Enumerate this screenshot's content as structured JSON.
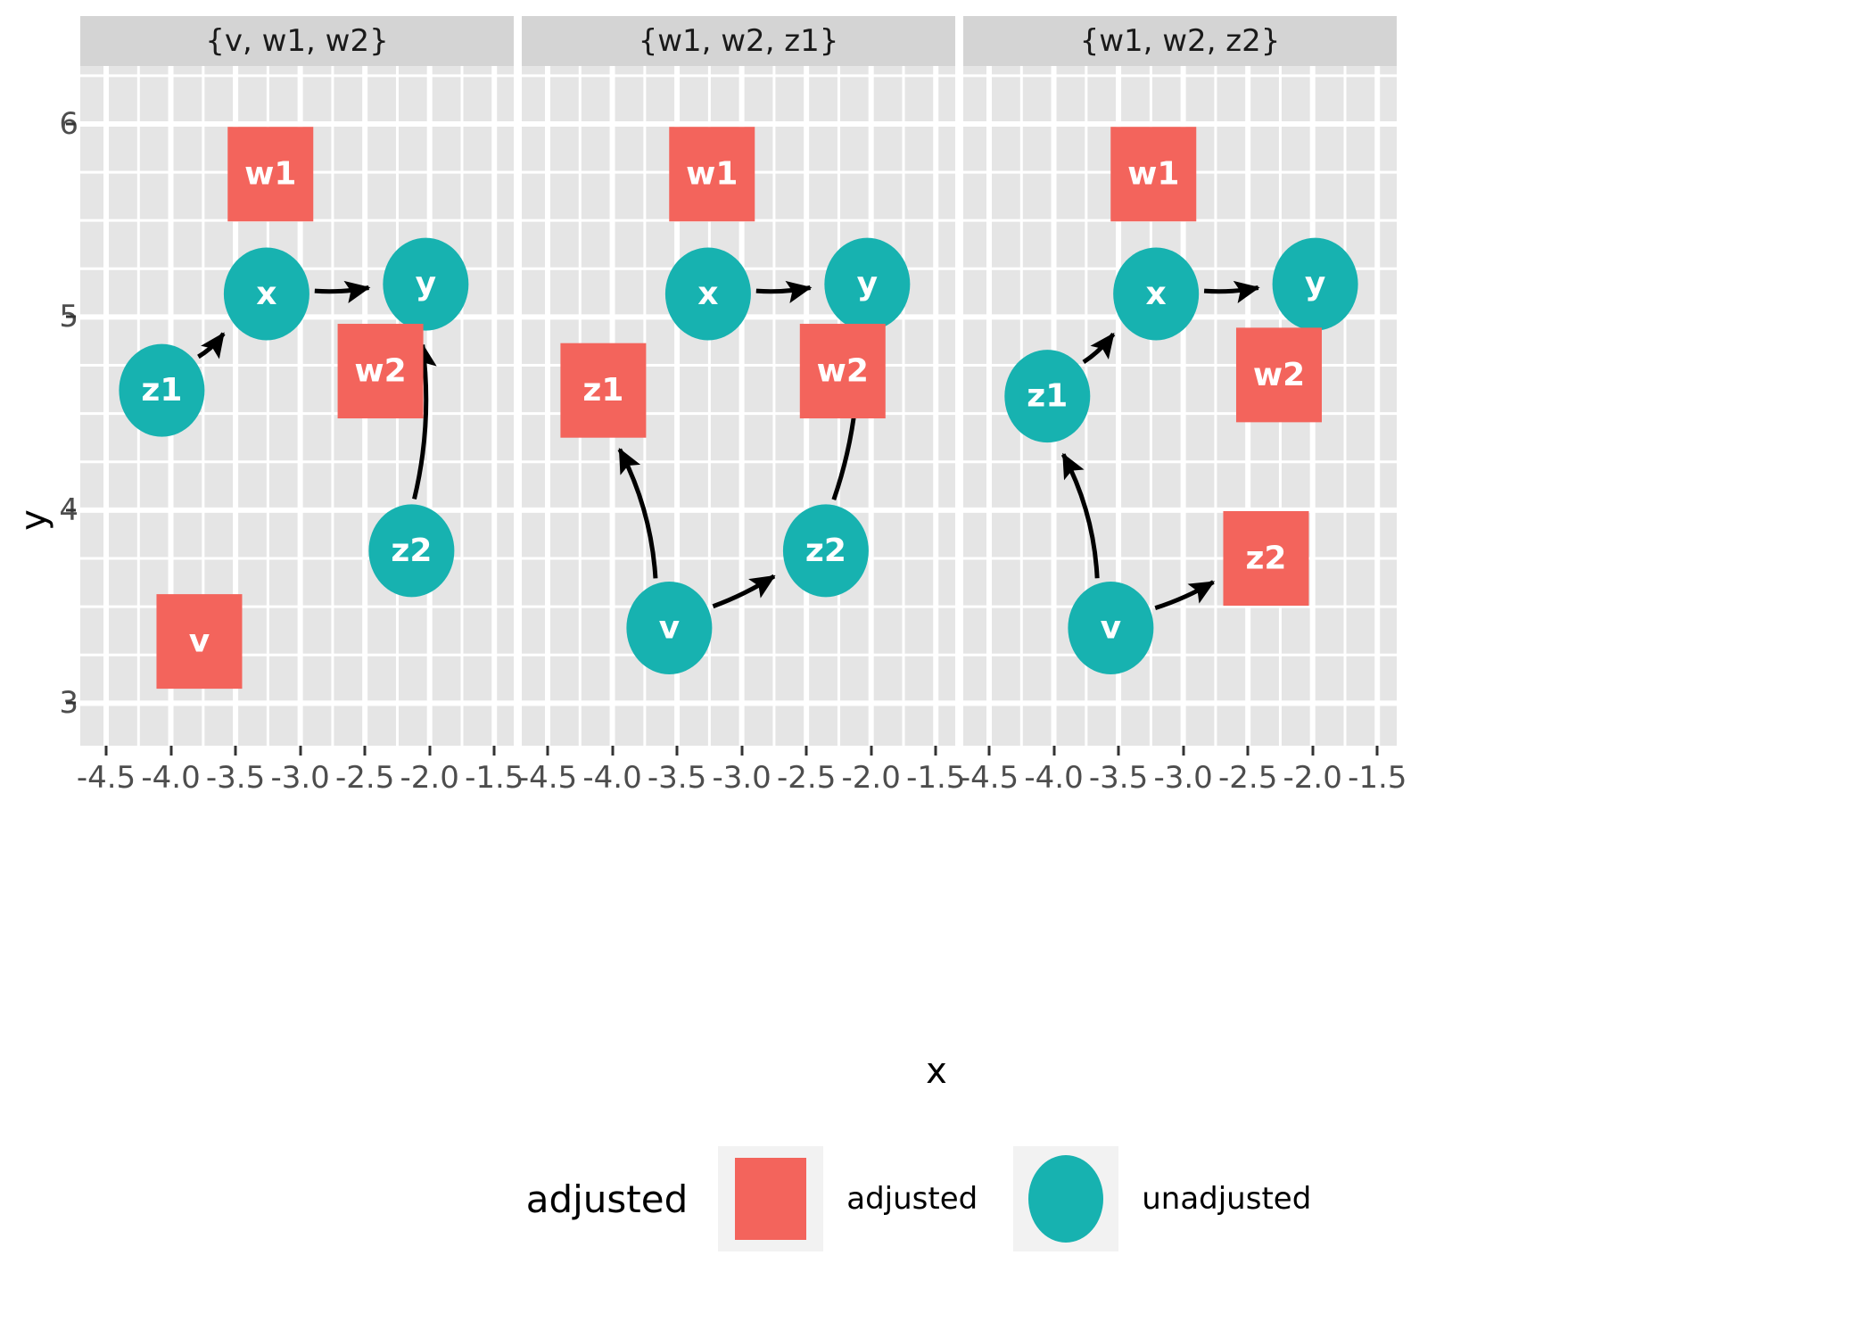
{
  "chart_data": {
    "type": "scatter",
    "title": "",
    "xlabel": "x",
    "ylabel": "y",
    "xlim": [
      -4.7,
      -1.35
    ],
    "ylim": [
      2.78,
      6.3
    ],
    "x_ticks": [
      "-4.5",
      "-4.0",
      "-3.5",
      "-3.0",
      "-2.5",
      "-2.0",
      "-1.5"
    ],
    "x_tick_values": [
      -4.5,
      -4.0,
      -3.5,
      -3.0,
      -2.5,
      -2.0,
      -1.5
    ],
    "y_ticks": [
      "6",
      "5",
      "4",
      "3"
    ],
    "y_tick_values": [
      6,
      5,
      4,
      3
    ],
    "grid": true,
    "minor_grid": true,
    "legend_position": "bottom",
    "facets": [
      {
        "label": "{v, w1, w2}",
        "nodes": [
          {
            "name": "w1",
            "x": -3.23,
            "y": 5.74,
            "shape": "square",
            "status": "adjusted"
          },
          {
            "name": "x",
            "x": -3.26,
            "y": 5.12,
            "shape": "circle",
            "status": "unadjusted"
          },
          {
            "name": "y",
            "x": -2.03,
            "y": 5.17,
            "shape": "circle",
            "status": "unadjusted"
          },
          {
            "name": "z1",
            "x": -4.07,
            "y": 4.62,
            "shape": "circle",
            "status": "unadjusted"
          },
          {
            "name": "w2",
            "x": -2.38,
            "y": 4.72,
            "shape": "square",
            "status": "adjusted"
          },
          {
            "name": "z2",
            "x": -2.14,
            "y": 3.79,
            "shape": "circle",
            "status": "unadjusted"
          },
          {
            "name": "v",
            "x": -3.78,
            "y": 3.32,
            "shape": "square",
            "status": "adjusted"
          }
        ],
        "edges": [
          {
            "from": "x",
            "to": "y"
          },
          {
            "from": "z1",
            "to": "x"
          },
          {
            "from": "z2",
            "to": "y"
          }
        ]
      },
      {
        "label": "{w1, w2, z1}",
        "nodes": [
          {
            "name": "w1",
            "x": -3.23,
            "y": 5.74,
            "shape": "square",
            "status": "adjusted"
          },
          {
            "name": "x",
            "x": -3.26,
            "y": 5.12,
            "shape": "circle",
            "status": "unadjusted"
          },
          {
            "name": "y",
            "x": -2.03,
            "y": 5.17,
            "shape": "circle",
            "status": "unadjusted"
          },
          {
            "name": "z1",
            "x": -4.07,
            "y": 4.62,
            "shape": "square",
            "status": "adjusted"
          },
          {
            "name": "w2",
            "x": -2.22,
            "y": 4.72,
            "shape": "square",
            "status": "adjusted"
          },
          {
            "name": "z2",
            "x": -2.35,
            "y": 3.79,
            "shape": "circle",
            "status": "unadjusted"
          },
          {
            "name": "v",
            "x": -3.56,
            "y": 3.39,
            "shape": "circle",
            "status": "unadjusted"
          }
        ],
        "edges": [
          {
            "from": "x",
            "to": "y"
          },
          {
            "from": "v",
            "to": "z1"
          },
          {
            "from": "v",
            "to": "z2"
          },
          {
            "from": "z2",
            "to": "y"
          }
        ]
      },
      {
        "label": "{w1, w2, z2}",
        "nodes": [
          {
            "name": "w1",
            "x": -3.23,
            "y": 5.74,
            "shape": "square",
            "status": "adjusted"
          },
          {
            "name": "x",
            "x": -3.21,
            "y": 5.12,
            "shape": "circle",
            "status": "unadjusted"
          },
          {
            "name": "y",
            "x": -1.98,
            "y": 5.17,
            "shape": "circle",
            "status": "unadjusted"
          },
          {
            "name": "z1",
            "x": -4.05,
            "y": 4.59,
            "shape": "circle",
            "status": "unadjusted"
          },
          {
            "name": "w2",
            "x": -2.26,
            "y": 4.7,
            "shape": "square",
            "status": "adjusted"
          },
          {
            "name": "z2",
            "x": -2.36,
            "y": 3.75,
            "shape": "square",
            "status": "adjusted"
          },
          {
            "name": "v",
            "x": -3.56,
            "y": 3.39,
            "shape": "circle",
            "status": "unadjusted"
          }
        ],
        "edges": [
          {
            "from": "x",
            "to": "y"
          },
          {
            "from": "v",
            "to": "z1"
          },
          {
            "from": "v",
            "to": "z2"
          },
          {
            "from": "z1",
            "to": "x"
          }
        ]
      }
    ],
    "legend": {
      "title": "adjusted",
      "entries": [
        {
          "label": "adjusted",
          "shape": "square",
          "color": "#F3645C"
        },
        {
          "label": "unadjusted",
          "shape": "circle",
          "color": "#17B2B0"
        }
      ]
    },
    "colors": {
      "adjusted": "#F3645C",
      "unadjusted": "#17B2B0",
      "panel_background": "#E5E5E5",
      "strip_background": "#D4D4D4",
      "gridline": "#FFFFFF",
      "edge": "#000000",
      "node_label": "#FFFFFF",
      "legend_key_background": "#F2F2F2"
    }
  }
}
